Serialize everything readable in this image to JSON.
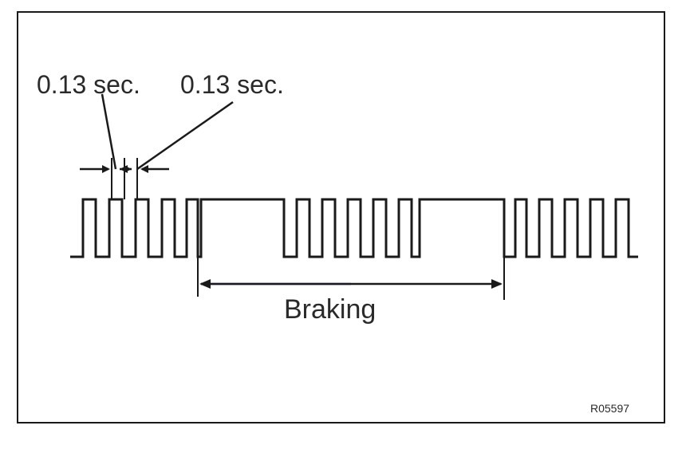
{
  "diagram": {
    "labels": {
      "interval_left": "0.13 sec.",
      "interval_right": "0.13 sec.",
      "braking": "Braking",
      "figure_code": "R05597"
    },
    "colors": {
      "line": "#1a1a1a",
      "text": "#2a2a2a",
      "highlight": "#9a9adf"
    }
  }
}
